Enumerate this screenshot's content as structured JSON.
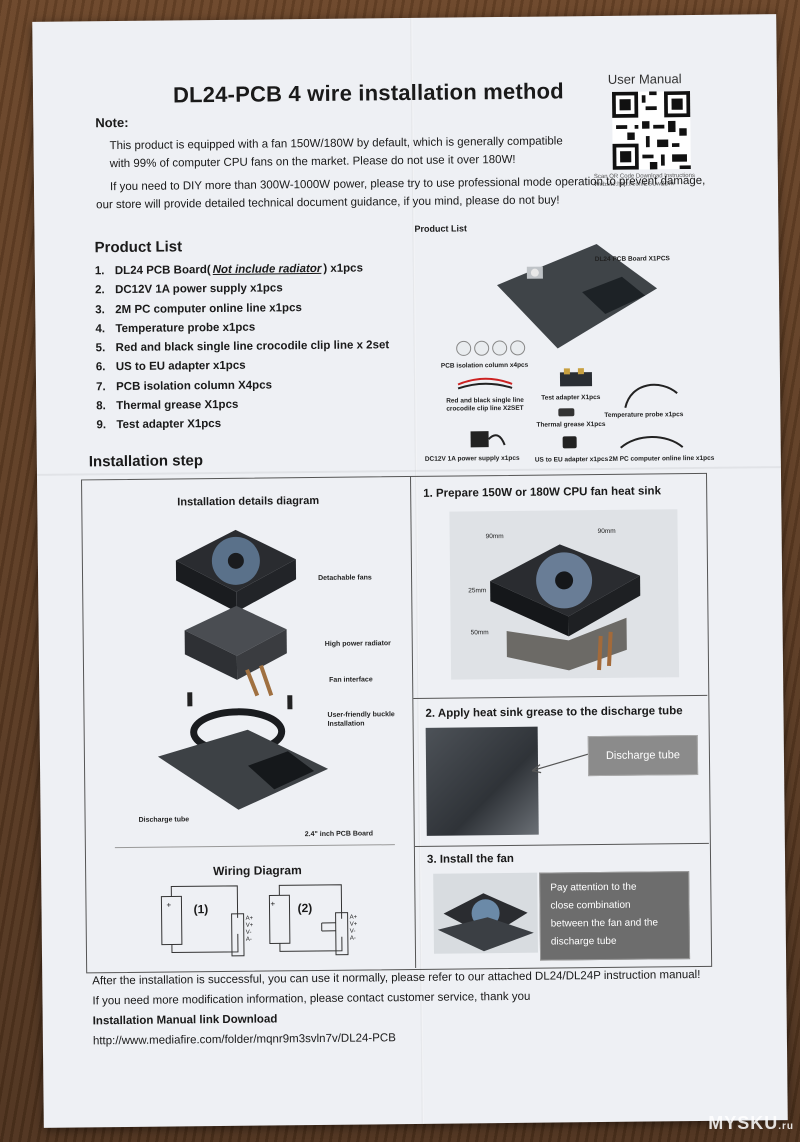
{
  "title": "DL24-PCB 4 wire installation method",
  "qr": {
    "label": "User Manual",
    "caption_1": "Scan QR Code Download Instructions",
    "caption_2": "Website:http://t.cn/EGUwZDm"
  },
  "note": {
    "heading": "Note:",
    "line1": "This product is equipped with a fan 150W/180W by default, which is generally compatible",
    "line2": "with 99% of computer CPU fans on the market. Please do not use it over 180W!",
    "line3": "If you need to DIY more than 300W-1000W power, please try to use professional mode operation to prevent damage,",
    "line4": "our store will provide detailed technical document guidance, if you mind, please do not buy!"
  },
  "product_list": {
    "heading": "Product List",
    "items": [
      {
        "num": "1.",
        "text": "DL24 PCB Board(",
        "note": "Not include radiator",
        "suffix": ") x1pcs"
      },
      {
        "num": "2.",
        "text": "DC12V 1A power supply x1pcs"
      },
      {
        "num": "3.",
        "text": "2M PC computer online line x1pcs"
      },
      {
        "num": "4.",
        "text": "Temperature probe x1pcs"
      },
      {
        "num": "5.",
        "text": "Red and black single line crocodile clip line x 2set"
      },
      {
        "num": "6.",
        "text": "US to EU adapter x1pcs"
      },
      {
        "num": "7.",
        "text": "PCB isolation column X4pcs"
      },
      {
        "num": "8.",
        "text": "Thermal grease X1pcs"
      },
      {
        "num": "9.",
        "text": "Test adapter X1pcs"
      }
    ]
  },
  "product_image": {
    "title": "Product List",
    "labels": {
      "pcb_board": "DL24 PCB Board X1PCS",
      "isolation": "PCB isolation column x4pcs",
      "crocodile_1": "Red and black single line",
      "crocodile_2": "crocodile clip line X2SET",
      "test_adapter": "Test adapter X1pcs",
      "thermal_grease": "Thermal grease X1pcs",
      "temperature_probe": "Temperature probe x1pcs",
      "power_supply": "DC12V 1A power supply x1pcs",
      "us_eu_adapter": "US to EU adapter x1pcs",
      "online_line": "2M PC computer online line x1pcs"
    }
  },
  "installation": {
    "heading": "Installation step",
    "diagram": {
      "title": "Installation details diagram",
      "labels": {
        "fans": "Detachable fans",
        "radiator": "High power radiator",
        "fan_interface": "Fan interface",
        "buckle_1": "User-friendly buckle",
        "buckle_2": "Installation",
        "discharge_tube": "Discharge tube",
        "pcb_board": "2.4\" inch PCB Board"
      }
    },
    "wiring": {
      "title": "Wiring Diagram",
      "diagram_1": "(1)",
      "diagram_2": "(2)",
      "plus": "+",
      "pins": [
        "A+",
        "V+",
        "V-",
        "A-"
      ]
    },
    "steps": [
      {
        "title": "1.  Prepare 150W or 180W CPU fan heat sink",
        "dims": [
          "90mm",
          "25mm",
          "50mm"
        ]
      },
      {
        "title": "2.  Apply heat sink grease to the discharge tube",
        "callout": "Discharge tube"
      },
      {
        "title": "3.  Install the fan",
        "callout_1": "Pay attention to the",
        "callout_2": "close combination",
        "callout_3": "between the fan and the",
        "callout_4": "discharge tube"
      }
    ]
  },
  "footer": {
    "line1": "After the installation is successful, you can use it normally, please refer to our attached DL24/DL24P instruction manual!",
    "line2": "If you need more modification information, please contact customer service, thank you",
    "line3": "Installation Manual link Download",
    "link": "http://www.mediafire.com/folder/mqnr9m3svln7v/DL24-PCB"
  },
  "watermark": {
    "text": "MYSKU",
    "suffix": ".ru"
  }
}
